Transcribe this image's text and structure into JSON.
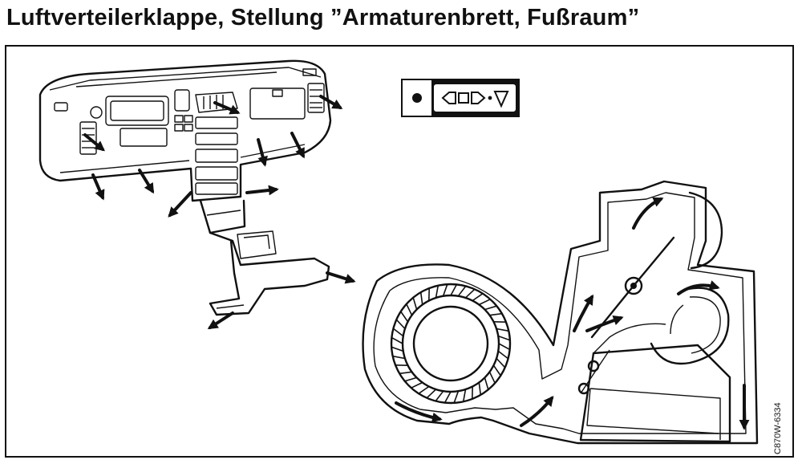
{
  "title": "Luftverteilerklappe, Stellung ”Armaturenbrett, Fußraum”",
  "figure_code": "C870W-6334",
  "colors": {
    "line": "#111111",
    "background": "#ffffff"
  },
  "icons": [
    "dashboard-illustration",
    "selector-dial-icon",
    "fan-wheel",
    "heater-box",
    "airflow-arrow"
  ]
}
